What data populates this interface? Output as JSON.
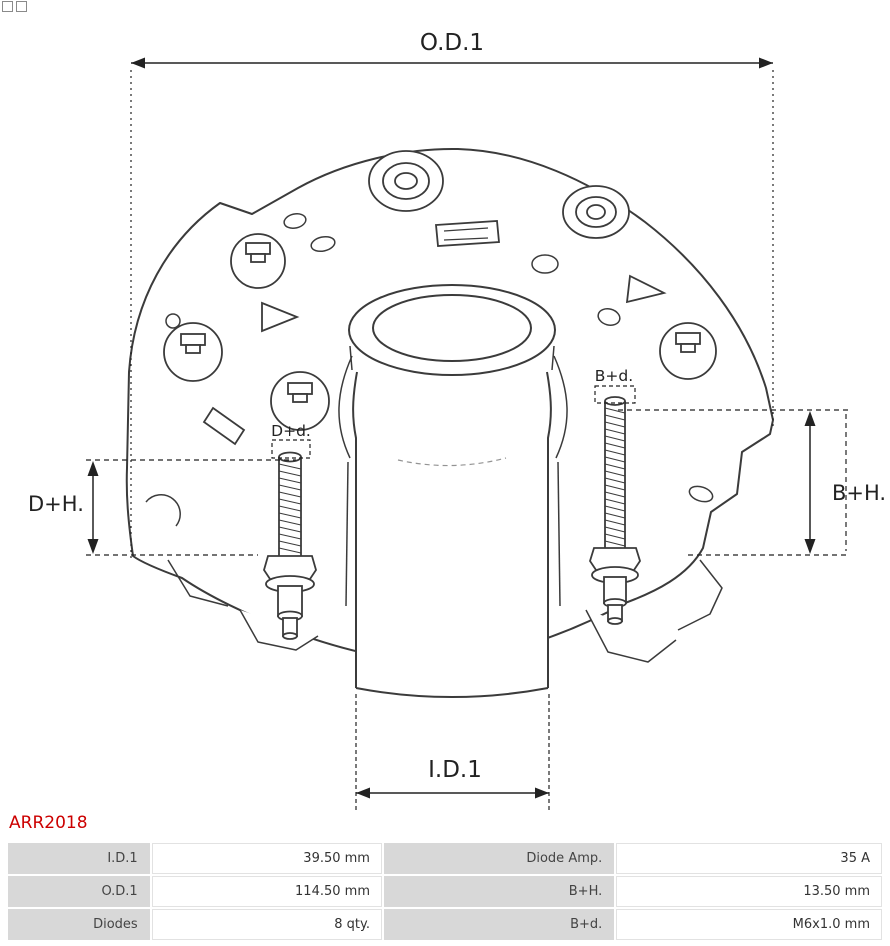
{
  "part": {
    "number": "ARR2018"
  },
  "colors": {
    "accent_red": "#cc0000",
    "table_label_bg": "#d8d8d8",
    "drawing_line": "#3b3b3b"
  },
  "drawing": {
    "labels": {
      "od1": "O.D.1",
      "id1": "I.D.1",
      "dh": "D+H.",
      "bh": "B+H.",
      "dd": "D+d.",
      "bd": "B+d."
    }
  },
  "spec_table": {
    "rows": [
      {
        "c1_label": "I.D.1",
        "c1_value": "39.50 mm",
        "c2_label": "Diode Amp.",
        "c2_value": "35 A"
      },
      {
        "c1_label": "O.D.1",
        "c1_value": "114.50 mm",
        "c2_label": "B+H.",
        "c2_value": "13.50 mm"
      },
      {
        "c1_label": "Diodes",
        "c1_value": "8 qty.",
        "c2_label": "B+d.",
        "c2_value": "M6x1.0 mm"
      }
    ]
  }
}
